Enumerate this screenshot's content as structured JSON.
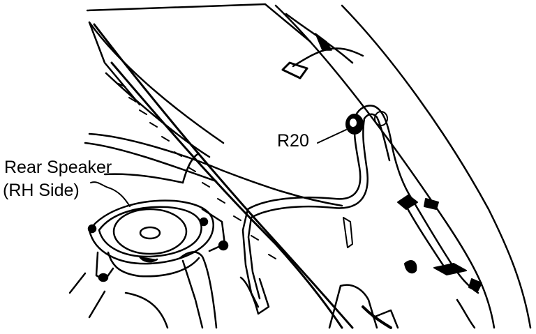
{
  "labels": {
    "speaker_line1": "Rear Speaker",
    "speaker_line2": "(RH Side)",
    "connector": "R20"
  },
  "colors": {
    "ink": "#000000",
    "paper": "#ffffff"
  }
}
